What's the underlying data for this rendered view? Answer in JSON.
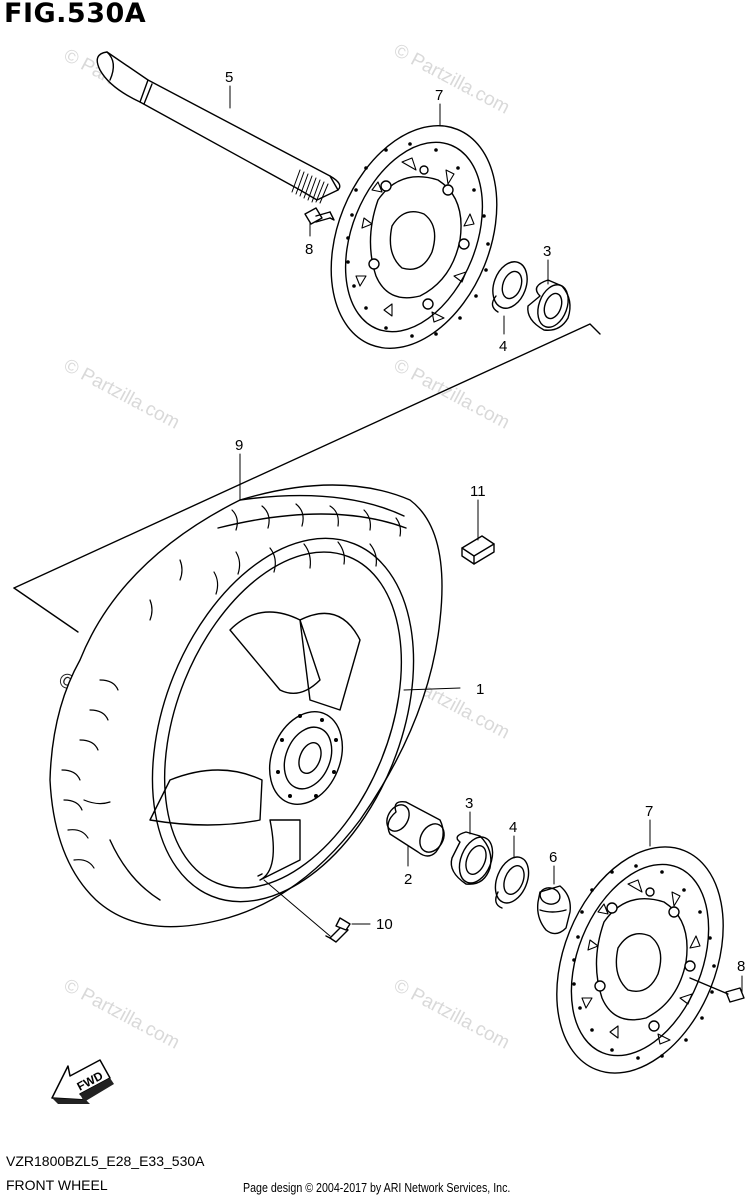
{
  "figure": {
    "title": "FIG.530A",
    "model_code": "VZR1800BZL5_E28_E33_530A",
    "section_name": "FRONT WHEEL",
    "copyright": "Page design © 2004-2017 by ARI Network Services, Inc.",
    "fwd_label": "FWD"
  },
  "watermark": {
    "text": "© Partzilla.com",
    "color": "#d9d9d9"
  },
  "callouts": [
    {
      "label": "1",
      "part": "front-wheel-rim"
    },
    {
      "label": "2",
      "part": "spacer"
    },
    {
      "label": "3",
      "part": "bearing-upper"
    },
    {
      "label": "3",
      "part": "bearing-lower"
    },
    {
      "label": "4",
      "part": "oil-seal-upper"
    },
    {
      "label": "4",
      "part": "oil-seal-lower"
    },
    {
      "label": "5",
      "part": "front-axle"
    },
    {
      "label": "6",
      "part": "collar"
    },
    {
      "label": "7",
      "part": "brake-disc-upper"
    },
    {
      "label": "7",
      "part": "brake-disc-lower"
    },
    {
      "label": "8",
      "part": "disc-bolt-upper"
    },
    {
      "label": "8",
      "part": "disc-bolt-lower"
    },
    {
      "label": "9",
      "part": "tire"
    },
    {
      "label": "10",
      "part": "valve"
    },
    {
      "label": "11",
      "part": "balancer-weight"
    }
  ]
}
